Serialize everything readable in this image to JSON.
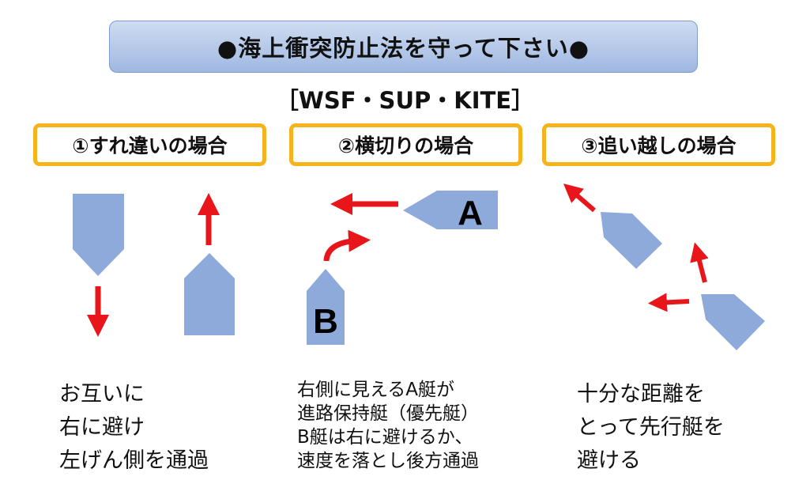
{
  "title": "●海上衝突防止法を守って下さい●",
  "subtitle": "［WSF・SUP・KITE］",
  "cases": [
    {
      "label": "①すれ違いの場合",
      "caption": [
        "お互いに",
        "右に避け",
        "左げん側を通過"
      ]
    },
    {
      "label": "②横切りの場合",
      "boat_labels": [
        "A",
        "B"
      ],
      "caption": [
        "右側に見えるA艇が",
        "進路保持艇（優先艇）",
        "B艇は右に避けるか、",
        "速度を落とし後方通過"
      ]
    },
    {
      "label": "③追い越しの場合",
      "caption": [
        "十分な距離を",
        "とって先行艇を",
        "避ける"
      ]
    }
  ],
  "colors": {
    "boat": "#8eaadb",
    "arrow": "#e8161b",
    "case_border": "#f5b41c",
    "title_bg": "#b4c7e7"
  }
}
